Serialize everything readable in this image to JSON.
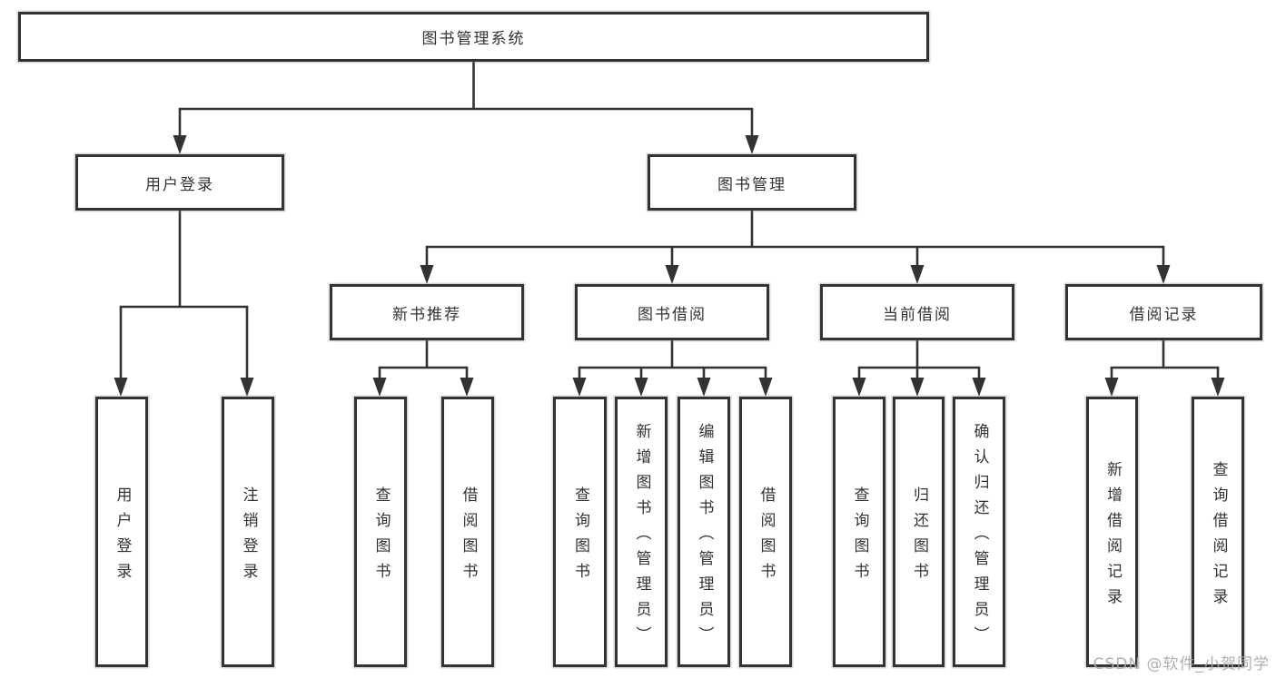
{
  "diagram": {
    "title": "图书管理系统",
    "colors": {
      "line": "#333333",
      "border": "#333333",
      "text": "#333333",
      "box_fill": "#ffffff",
      "background": "#ffffff",
      "watermark": "#a8a8a8"
    },
    "nodes": {
      "root": {
        "label": "图书管理系统"
      },
      "user_login": {
        "label": "用户登录"
      },
      "book_mgmt": {
        "label": "图书管理"
      },
      "new_book_rec": {
        "label": "新书推荐"
      },
      "book_borrow": {
        "label": "图书借阅"
      },
      "current_borrow": {
        "label": "当前借阅"
      },
      "borrow_records": {
        "label": "借阅记录"
      },
      "leaf_user_login": {
        "label": "用户登录"
      },
      "leaf_logout": {
        "label": "注销登录"
      },
      "leaf_query_book_1": {
        "label": "查询图书"
      },
      "leaf_borrow_book_1": {
        "label": "借阅图书"
      },
      "leaf_query_book_2": {
        "label": "查询图书"
      },
      "leaf_add_book": {
        "label": "新增图书（管理员）"
      },
      "leaf_edit_book": {
        "label": "编辑图书（管理员）"
      },
      "leaf_borrow_book_2": {
        "label": "借阅图书"
      },
      "leaf_query_book_3": {
        "label": "查询图书"
      },
      "leaf_return_book": {
        "label": "归还图书"
      },
      "leaf_confirm_return": {
        "label": "确认归还（管理员）"
      },
      "leaf_add_record": {
        "label": "新增借阅记录"
      },
      "leaf_query_record": {
        "label": "查询借阅记录"
      }
    },
    "hierarchy": {
      "图书管理系统": {
        "用户登录": [
          "用户登录",
          "注销登录"
        ],
        "图书管理": {
          "新书推荐": [
            "查询图书",
            "借阅图书"
          ],
          "图书借阅": [
            "查询图书",
            "新增图书（管理员）",
            "编辑图书（管理员）",
            "借阅图书"
          ],
          "当前借阅": [
            "查询图书",
            "归还图书",
            "确认归还（管理员）"
          ],
          "借阅记录": [
            "新增借阅记录",
            "查询借阅记录"
          ]
        }
      }
    },
    "watermark": {
      "text": "CSDN @软件_小贺同学"
    }
  }
}
